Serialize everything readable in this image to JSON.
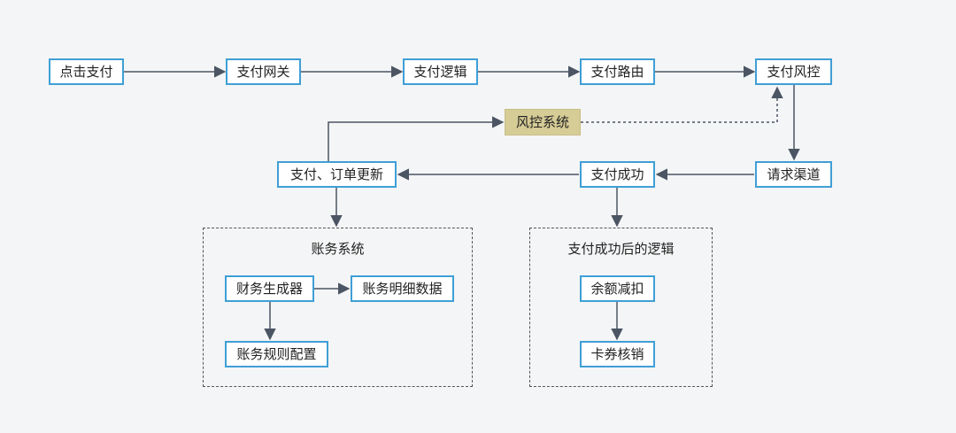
{
  "nodes": {
    "click_pay": "点击支付",
    "pay_gateway": "支付网关",
    "pay_logic": "支付逻辑",
    "pay_route": "支付路由",
    "pay_risk": "支付风控",
    "risk_system": "风控系统",
    "request_channel": "请求渠道",
    "pay_success": "支付成功",
    "update_order": "支付、订单更新",
    "finance_generator": "财务生成器",
    "account_detail": "账务明细数据",
    "account_rules": "账务规则配置",
    "balance_deduct": "余额减扣",
    "coupon_writeoff": "卡券核销"
  },
  "groups": {
    "accounting": "账务系统",
    "post_success": "支付成功后的逻辑"
  },
  "colors": {
    "node_border": "#3f9fd6",
    "risk_fill": "#d6cc96",
    "arrow": "#4b5563",
    "background": "#f4f5f6"
  }
}
